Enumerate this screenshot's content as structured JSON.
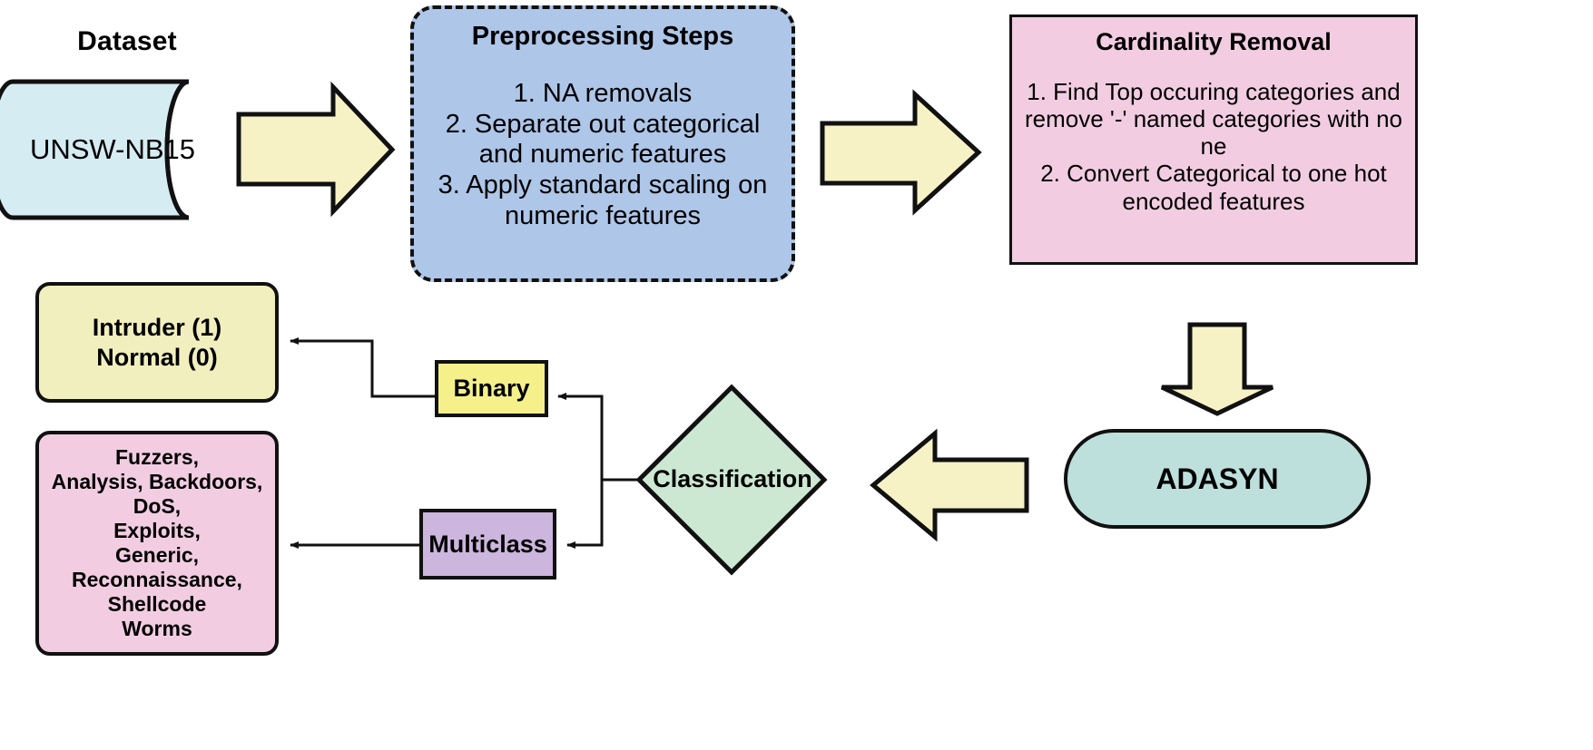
{
  "diagram": {
    "title": "UNSW-NB15 intrusion detection preprocessing and classification pipeline",
    "colors": {
      "dataset_cylinder": "#d5ecf3",
      "preprocessing": "#aec6e8",
      "cardinality": "#f2cde2",
      "adasyn": "#bde0dd",
      "intruder_normal": "#f2efbe",
      "attack_categories": "#f2cde2",
      "binary": "#f5f08a",
      "multiclass": "#ccb6dd",
      "classification_diamond": "#cce8d2",
      "block_arrow": "#f7f2c6",
      "outline": "#111111"
    }
  },
  "dataset": {
    "label": "Dataset",
    "cylinder_text": "UNSW-NB15"
  },
  "preprocessing": {
    "title": "Preprocessing Steps",
    "steps": [
      "1. NA removals",
      "2. Separate out categorical",
      "and numeric features",
      "3. Apply standard scaling on",
      "numeric features"
    ]
  },
  "cardinality": {
    "title": "Cardinality Removal",
    "steps": [
      "1. Find Top occuring categories and",
      "remove '-' named categories with no",
      "ne",
      "2. Convert Categorical to one hot",
      "encoded features"
    ]
  },
  "adasyn": {
    "label": "ADASYN"
  },
  "classification": {
    "label": "Classification",
    "branches": {
      "binary": "Binary",
      "multiclass": "Multiclass"
    }
  },
  "binary_output": {
    "lines": [
      "Intruder (1)",
      "Normal (0)"
    ]
  },
  "multiclass_output": {
    "lines": [
      "Fuzzers,",
      "Analysis, Backdoors,",
      "DoS,",
      "Exploits,",
      "Generic,",
      "Reconnaissance,",
      "Shellcode",
      "Worms"
    ]
  },
  "connectors": {
    "dataset_to_preprocessing": "block-arrow-right",
    "preprocessing_to_cardinality": "block-arrow-right",
    "cardinality_to_adasyn": "block-arrow-down",
    "adasyn_to_classification": "block-arrow-left",
    "classification_to_binary": "line-arrow-left",
    "classification_to_multiclass": "line-arrow-left",
    "binary_to_intruder_normal": "line-arrow-left",
    "multiclass_to_attack_categories": "line-arrow-left"
  }
}
